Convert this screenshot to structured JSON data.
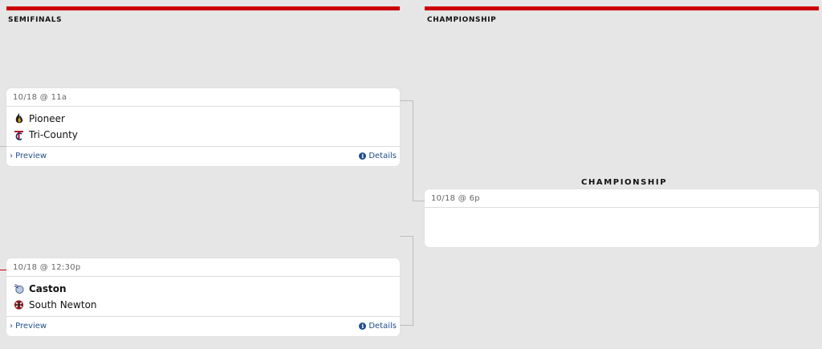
{
  "rounds": {
    "semifinals_title": "SEMIFINALS",
    "championship_title": "CHAMPIONSHIP"
  },
  "games": [
    {
      "time": "10/18 @ 11a",
      "teams": [
        {
          "name": "Pioneer",
          "logo": "pioneer-flame-logo",
          "winner": false
        },
        {
          "name": "Tri-County",
          "logo": "tri-county-tc-logo",
          "winner": false
        }
      ],
      "preview_label": "› Preview",
      "details_label": "Details"
    },
    {
      "time": "10/18 @ 12:30p",
      "teams": [
        {
          "name": "Caston",
          "logo": "caston-comet-logo",
          "winner": true
        },
        {
          "name": "South Newton",
          "logo": "south-newton-logo",
          "winner": false
        }
      ],
      "preview_label": "› Preview",
      "details_label": "Details"
    }
  ],
  "championship": {
    "label": "CHAMPIONSHIP",
    "time": "10/18 @ 6p"
  },
  "colors": {
    "accent": "#cc0000",
    "link": "#1f4e8c",
    "background": "#e6e6e6"
  }
}
